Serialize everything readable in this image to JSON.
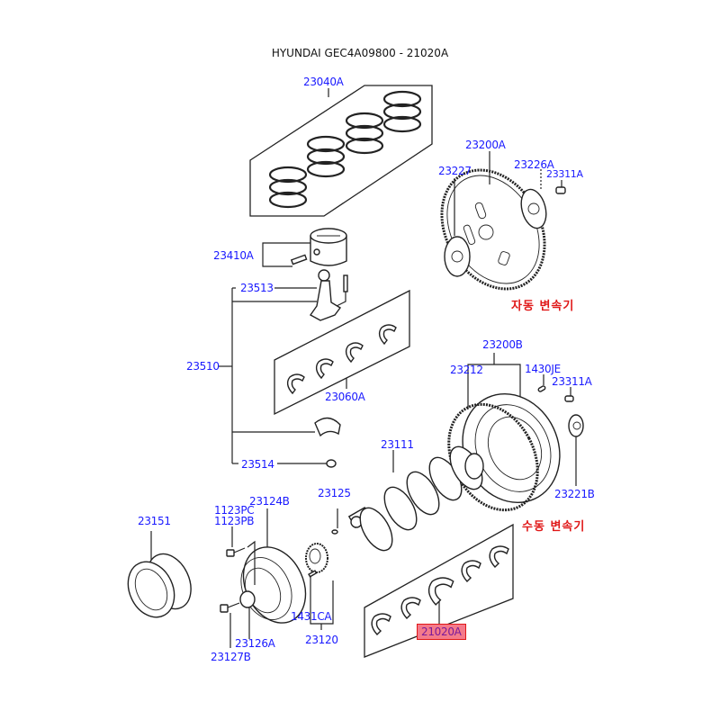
{
  "title": "HYUNDAI GEC4A09800 - 21020A",
  "colors": {
    "label": "#1a1aff",
    "korean": "#e01818",
    "highlight_bg": "#f47a8a",
    "highlight_text": "#7a1a9a"
  },
  "labels": {
    "p23040A": "23040A",
    "p23200A": "23200A",
    "p23227": "23227",
    "p23226A": "23226A",
    "p23311A_top": "23311A",
    "p23410A": "23410A",
    "p23513": "23513",
    "p23510": "23510",
    "p23060A": "23060A",
    "p23200B": "23200B",
    "p23212": "23212",
    "p1430JE": "1430JE",
    "p23311A_mid": "23311A",
    "p23514": "23514",
    "p23111": "23111",
    "p23221B": "23221B",
    "p23151": "23151",
    "p1123PC": "1123PC",
    "p1123PB": "1123PB",
    "p23124B": "23124B",
    "p23125": "23125",
    "p1431CA": "1431CA",
    "p23120": "23120",
    "p23126A": "23126A",
    "p23127B": "23127B",
    "p21020A": "21020A"
  },
  "korean": {
    "auto_trans": "자동 변속기",
    "manual_trans": "수동 변속기"
  },
  "highlighted_part": "21020A"
}
